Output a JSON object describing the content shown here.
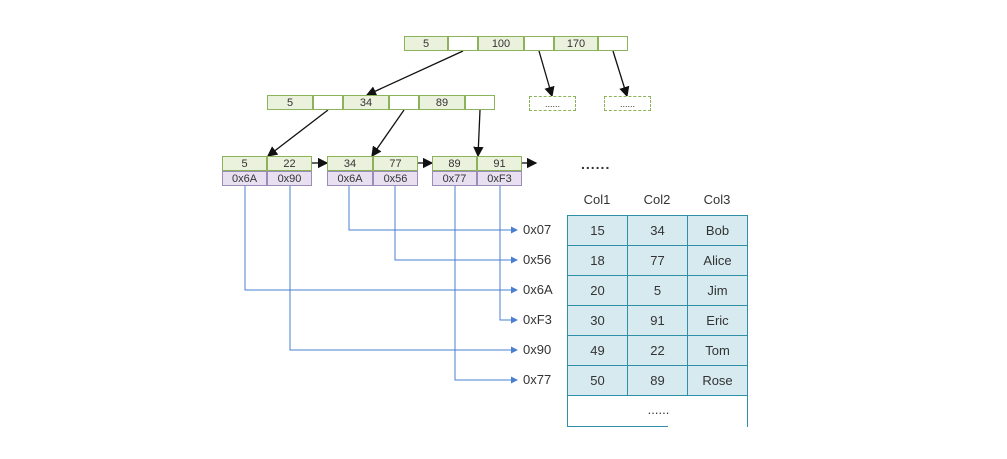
{
  "root": {
    "keys": [
      "5",
      "100",
      "170"
    ],
    "children_more": [
      "......",
      "......"
    ]
  },
  "internal": {
    "keys": [
      "5",
      "34",
      "89"
    ]
  },
  "leaves": [
    {
      "keys": [
        "5",
        "22"
      ],
      "addrs": [
        "0x6A",
        "0x90"
      ]
    },
    {
      "keys": [
        "34",
        "77"
      ],
      "addrs": [
        "0x6A",
        "0x56"
      ]
    },
    {
      "keys": [
        "89",
        "91"
      ],
      "addrs": [
        "0x77",
        "0xF3"
      ]
    }
  ],
  "leaf_more": "......",
  "row_addresses": [
    "0x07",
    "0x56",
    "0x6A",
    "0xF3",
    "0x90",
    "0x77"
  ],
  "table": {
    "headers": [
      "Col1",
      "Col2",
      "Col3"
    ],
    "rows": [
      [
        "15",
        "34",
        "Bob"
      ],
      [
        "18",
        "77",
        "Alice"
      ],
      [
        "20",
        "5",
        "Jim"
      ],
      [
        "30",
        "91",
        "Eric"
      ],
      [
        "49",
        "22",
        "Tom"
      ],
      [
        "50",
        "89",
        "Rose"
      ]
    ],
    "more": "......"
  },
  "colors": {
    "node_border": "#8db35a",
    "node_fill": "#eaf1dd",
    "addr_fill": "#e8e0f0",
    "link_line": "#4a7fd0",
    "table_fill": "#d6eaf0",
    "table_border": "#2f8fa6"
  }
}
